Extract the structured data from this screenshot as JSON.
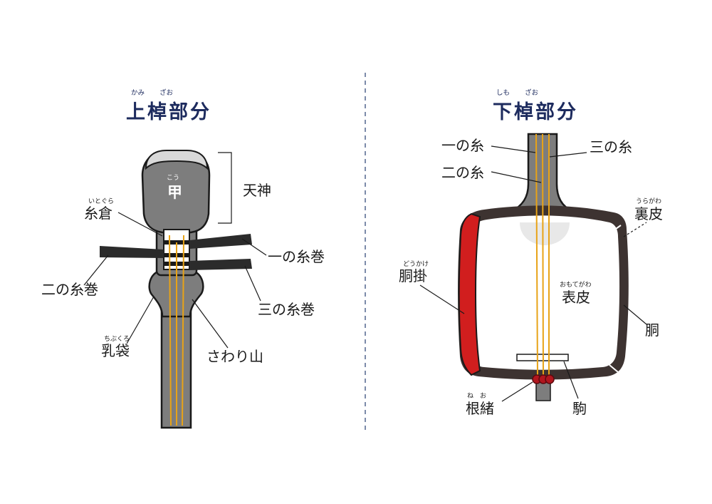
{
  "upper": {
    "title": "上棹部分",
    "title_ruby": [
      "かみ",
      "ざお"
    ],
    "head_inner": {
      "text": "甲",
      "ruby": "こう"
    },
    "labels": {
      "tenjin": "天神",
      "itogura": {
        "text": "糸倉",
        "ruby": "いとぐら"
      },
      "ichi_itomaki": "一の糸巻",
      "ni_itomaki": "二の糸巻",
      "san_itomaki": "三の糸巻",
      "chibukuro": {
        "text": "乳袋",
        "ruby": "ちぶくろ"
      },
      "sawariyama": "さわり山"
    }
  },
  "lower": {
    "title": "下棹部分",
    "title_ruby": [
      "しも",
      "ざお"
    ],
    "labels": {
      "ichi_ito": "一の糸",
      "ni_ito": "二の糸",
      "san_ito": "三の糸",
      "urakawa": {
        "text": "裏皮",
        "ruby": "うらがわ"
      },
      "dokake": {
        "text": "胴掛",
        "ruby": "どうかけ"
      },
      "omotegawa": {
        "text": "表皮",
        "ruby": "おもてがわ"
      },
      "do": "胴",
      "neo": {
        "text": "根緒",
        "ruby": "ね　お"
      },
      "koma": "駒"
    }
  },
  "colors": {
    "title": "#1d2b5e",
    "body_gray": "#7d7d7d",
    "outline": "#1a1a1a",
    "frame": "#3d3331",
    "dokake_red": "#d11e1e",
    "string": "#e8a317",
    "divider": "#5b6e94",
    "head_cap": "#d9d9d9"
  }
}
